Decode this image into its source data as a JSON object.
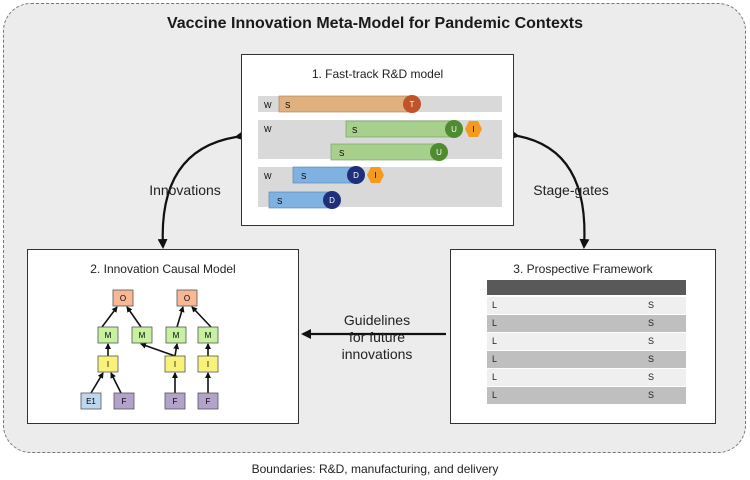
{
  "title": "Vaccine Innovation Meta-Model for Pandemic Contexts",
  "footer": "Boundaries: R&D, manufacturing, and delivery",
  "labels": {
    "innovations": "Innovations",
    "stage_gates": "Stage-gates",
    "guidelines": [
      "Guidelines",
      "for future",
      "innovations"
    ]
  },
  "panel1": {
    "title": "1. Fast-track R&D model",
    "colors": {
      "tan": "#e0b07f",
      "green": "#a8d08d",
      "blue": "#7fb2e0",
      "t_circle": "#c0532a",
      "u_circle": "#4f8c2f",
      "d_circle": "#1f2f7a",
      "i_hex": "#f39a1f",
      "band": "#d9d9d9"
    },
    "groups": [
      {
        "w": "W",
        "bars": [
          {
            "s": "S",
            "end": "T",
            "color": "tan"
          }
        ]
      },
      {
        "w": "W",
        "bars": [
          {
            "s": "S",
            "end": "U",
            "extra": "I",
            "color": "green"
          },
          {
            "s": "S",
            "end": "U",
            "color": "green"
          }
        ]
      },
      {
        "w": "W",
        "bars": [
          {
            "s": "S",
            "end": "D",
            "extra": "I",
            "color": "blue"
          },
          {
            "s": "S",
            "end": "D",
            "color": "blue"
          }
        ]
      }
    ]
  },
  "panel2": {
    "title": "2. Innovation Causal Model",
    "colors": {
      "O": "#f7b893",
      "M": "#c7f0a0",
      "I": "#f8f27a",
      "E": "#bcd7ee",
      "F": "#b3a2c9"
    },
    "nodes": {
      "O": [
        "O",
        "O"
      ],
      "M": [
        "M",
        "M",
        "M",
        "M"
      ],
      "I": [
        "I",
        "I",
        "I"
      ],
      "bottom": [
        "E1",
        "F",
        "F",
        "F"
      ]
    }
  },
  "panel3": {
    "title": "3. Prospective Framework",
    "colors": {
      "header": "#595959",
      "light": "#efefef",
      "dark": "#bfbfbf"
    },
    "rows": [
      {
        "l": "L",
        "s": "S"
      },
      {
        "l": "L",
        "s": "S"
      },
      {
        "l": "L",
        "s": "S"
      },
      {
        "l": "L",
        "s": "S"
      },
      {
        "l": "L",
        "s": "S"
      },
      {
        "l": "L",
        "s": "S"
      }
    ]
  }
}
